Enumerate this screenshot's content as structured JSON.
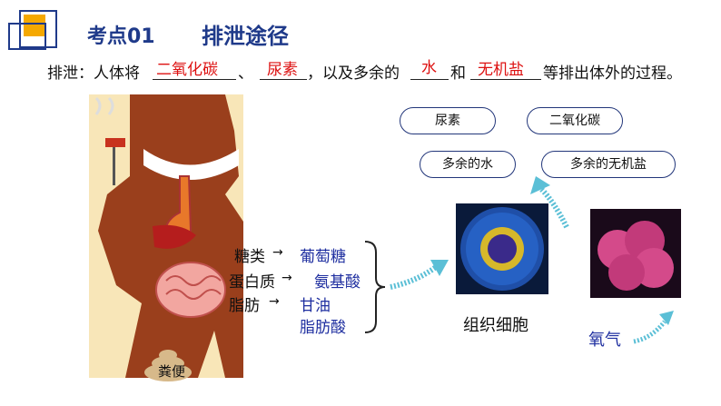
{
  "header": {
    "number": "考点01",
    "title": "排泄途径"
  },
  "sentence": {
    "prefix": "排泄：人体将",
    "sep1": "、",
    "mid": "，以及多余的",
    "and": "和",
    "suffix": "等排出体外的过程。",
    "answers": [
      "二氧化碳",
      "尿素",
      "水",
      "无机盐"
    ]
  },
  "pills": [
    "尿素",
    "二氧化碳",
    "多余的水",
    "多余的无机盐"
  ],
  "digestion": {
    "nutrients": [
      "糖类",
      "蛋白质",
      "脂肪"
    ],
    "products": [
      "葡萄糖",
      "氨基酸",
      "甘油",
      "脂肪酸"
    ],
    "arrow": "→"
  },
  "labels": {
    "feces": "粪便",
    "tissue_cell": "组织细胞",
    "oxygen": "氧气"
  },
  "colors": {
    "title": "#1f3a8a",
    "answer": "#dd1111",
    "product": "#1f2fa0",
    "accent_orange": "#f5a800",
    "arrow_blue": "#5bbfd6"
  }
}
